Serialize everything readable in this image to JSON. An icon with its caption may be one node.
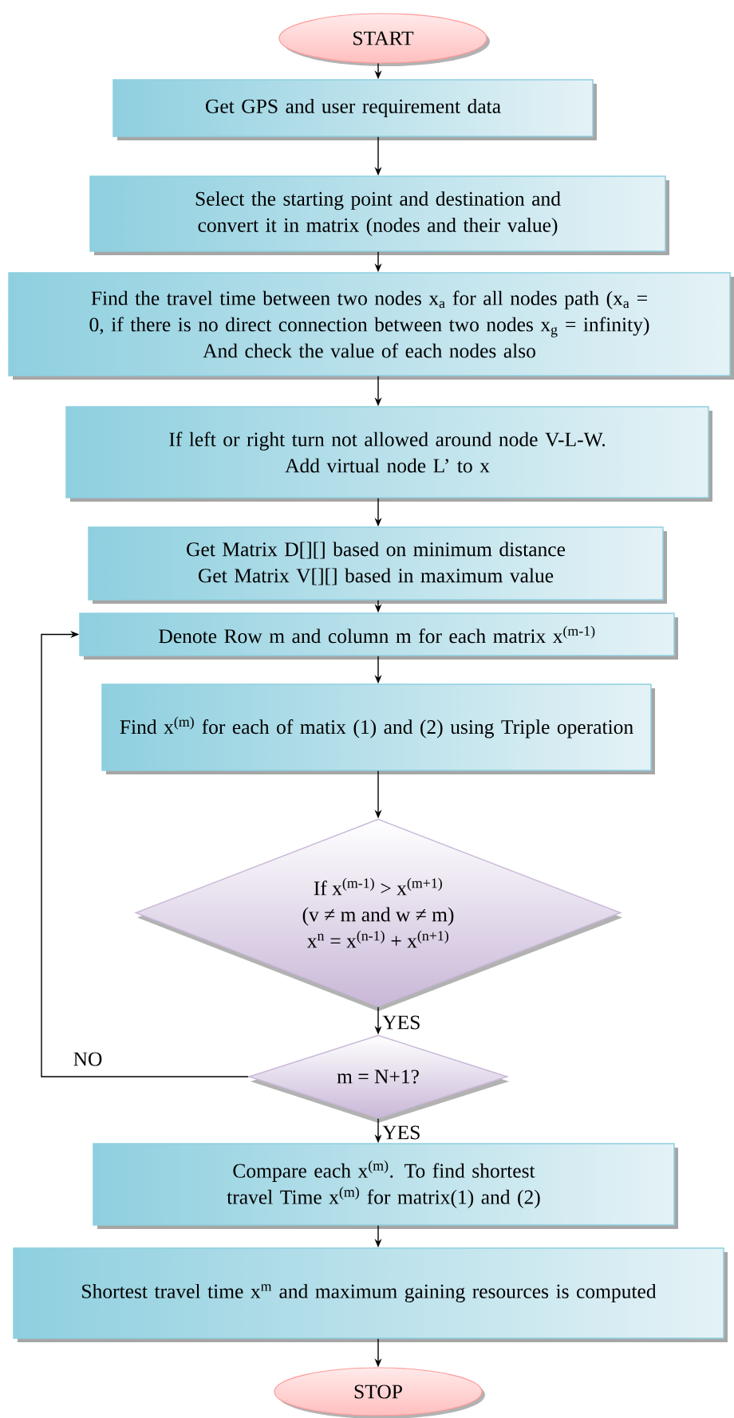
{
  "diagram": {
    "nodes": [
      {
        "text": [
          "START"
        ]
      },
      {
        "text": [
          "Get GPS and user requirement data"
        ]
      },
      {
        "text": [
          "Select the starting point and destination and convert it in matrix (nodes and their value)"
        ]
      },
      {
        "text": [
          "Find the travel time between two nodes x$_{a}$ for all nodes path (x$_{a}$ = 0, if there is no direct connection between two nodes x$_{g}$ = infinity)",
          "And check the value of each nodes also"
        ]
      },
      {
        "text": [
          "If left or right turn not allowed around node V-L-W.",
          "Add virtual node L’ to x"
        ]
      },
      {
        "text": [
          "Get Matrix D[][] based on minimum distance",
          "Get Matrix V[][] based in maximum value"
        ]
      },
      {
        "text": [
          "Denote Row m and column m for each matrix x$^{(m-1)}$"
        ]
      },
      {
        "text": [
          "Find x$^{(m)}$ for each of matix (1) and (2) using Triple operation"
        ]
      },
      {
        "text": [
          "If x$^{(m-1)}$ > x$^{(m+1)}$",
          "(v ≠ m and w ≠ m)",
          "x$^{n}$ = x$^{(n-1)}$ + x$^{(n+1)}$"
        ]
      },
      {
        "text": [
          "m = N+1?"
        ]
      },
      {
        "text": [
          "Compare each x$^{(m)}$. To find shortest travel Time x$^{(m)}$ for matrix(1) and (2)"
        ]
      },
      {
        "text": [
          "Shortest travel time x$^{m}$ and maximum gaining resources is computed"
        ]
      },
      {
        "text": [
          "STOP"
        ]
      }
    ],
    "edges": [
      {
        "from": 0,
        "to": 1,
        "arrow": "to"
      },
      {
        "from": 1,
        "to": 2,
        "arrow": "to"
      },
      {
        "from": 2,
        "to": 3,
        "arrow": "to"
      },
      {
        "from": 3,
        "to": 4,
        "arrow": "to"
      },
      {
        "from": 4,
        "to": 5,
        "arrow": "to"
      },
      {
        "from": 5,
        "to": 6,
        "arrow": "to"
      },
      {
        "from": 6,
        "to": 7,
        "arrow": "to"
      },
      {
        "from": 7,
        "to": 8,
        "arrow": "to"
      },
      {
        "from": 8,
        "to": 9,
        "arrow": "to",
        "label": "YES"
      },
      {
        "from": 9,
        "to": 6,
        "arrow": "to",
        "label": "NO"
      },
      {
        "from": 9,
        "to": 10,
        "arrow": "to",
        "label": "YES"
      },
      {
        "from": 10,
        "to": 11,
        "arrow": "to"
      },
      {
        "from": 11,
        "to": 12,
        "arrow": "to"
      }
    ]
  }
}
